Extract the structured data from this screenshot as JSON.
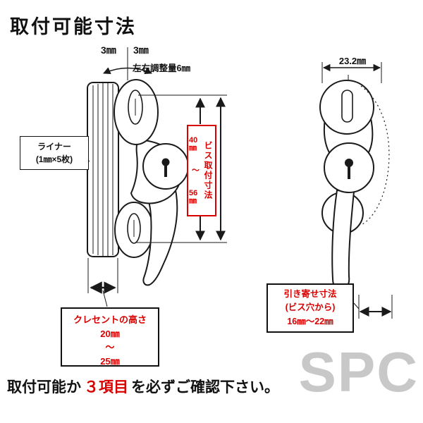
{
  "colors": {
    "ink": "#1a1a1a",
    "red": "#d90000",
    "watermark": "#c8c8c8"
  },
  "title": "取付可能寸法",
  "left": {
    "dim3_left": "3㎜",
    "dim3_right": "3㎜",
    "adjust": "左右調整量6㎜",
    "liner": {
      "line1": "ライナー",
      "line2": "(1㎜×5枚)"
    },
    "screw": {
      "label": "ビス取付寸法",
      "v1": "40㎜",
      "tilde": "〜",
      "v2": "56㎜"
    },
    "height": {
      "title": "クレセントの高さ",
      "v1": "20㎜",
      "tilde": "〜",
      "v2": "25㎜"
    }
  },
  "right": {
    "width_dim": "23.2㎜",
    "pull": {
      "line1": "引き寄せ寸法",
      "line2": "(ビス穴から)",
      "value": "16㎜〜22㎜"
    }
  },
  "footer": {
    "pre": "取付可能か",
    "em": "３項目",
    "post": "を必ずご確認下さい。"
  },
  "watermark": "SPC"
}
